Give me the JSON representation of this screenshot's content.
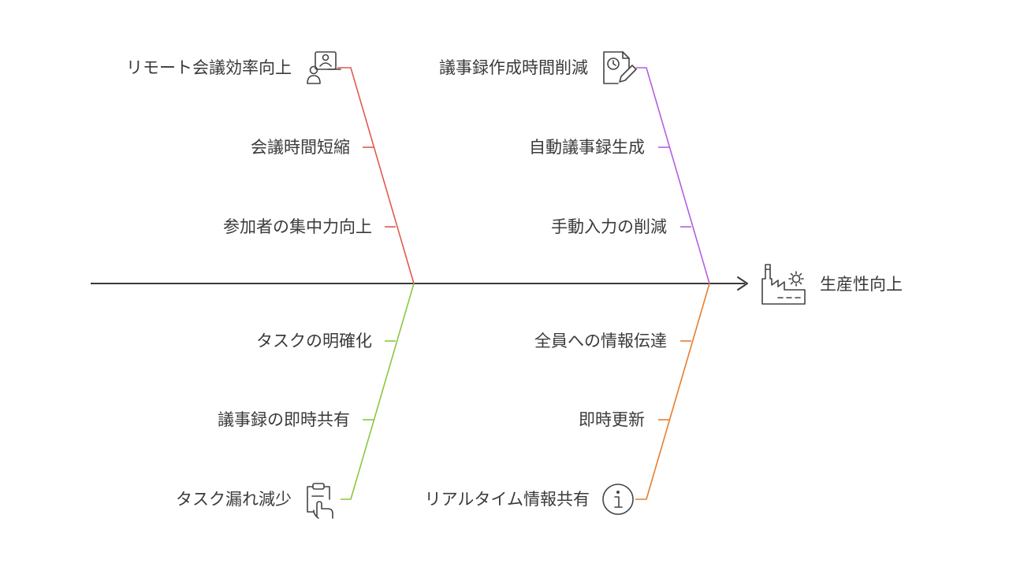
{
  "effect": {
    "label": "生産性向上",
    "icon": "factory-gear-icon"
  },
  "branches": [
    {
      "id": "remote-meeting",
      "label": "リモート会議効率向上",
      "icon": "video-meeting-icon",
      "color": "#e05a4e",
      "causes": [
        "会議時間短縮",
        "参加者の集中力向上"
      ]
    },
    {
      "id": "minutes-time",
      "label": "議事録作成時間削減",
      "icon": "clock-document-icon",
      "color": "#b25fe0",
      "causes": [
        "自動議事録生成",
        "手動入力の削減"
      ]
    },
    {
      "id": "task-leak",
      "label": "タスク漏れ減少",
      "icon": "clipboard-hand-icon",
      "color": "#8cc63f",
      "causes": [
        "タスクの明確化",
        "議事録の即時共有"
      ]
    },
    {
      "id": "realtime-info",
      "label": "リアルタイム情報共有",
      "icon": "info-icon",
      "color": "#e67e2e",
      "causes": [
        "全員への情報伝達",
        "即時更新"
      ]
    }
  ],
  "spine_color": "#3a3a3a"
}
